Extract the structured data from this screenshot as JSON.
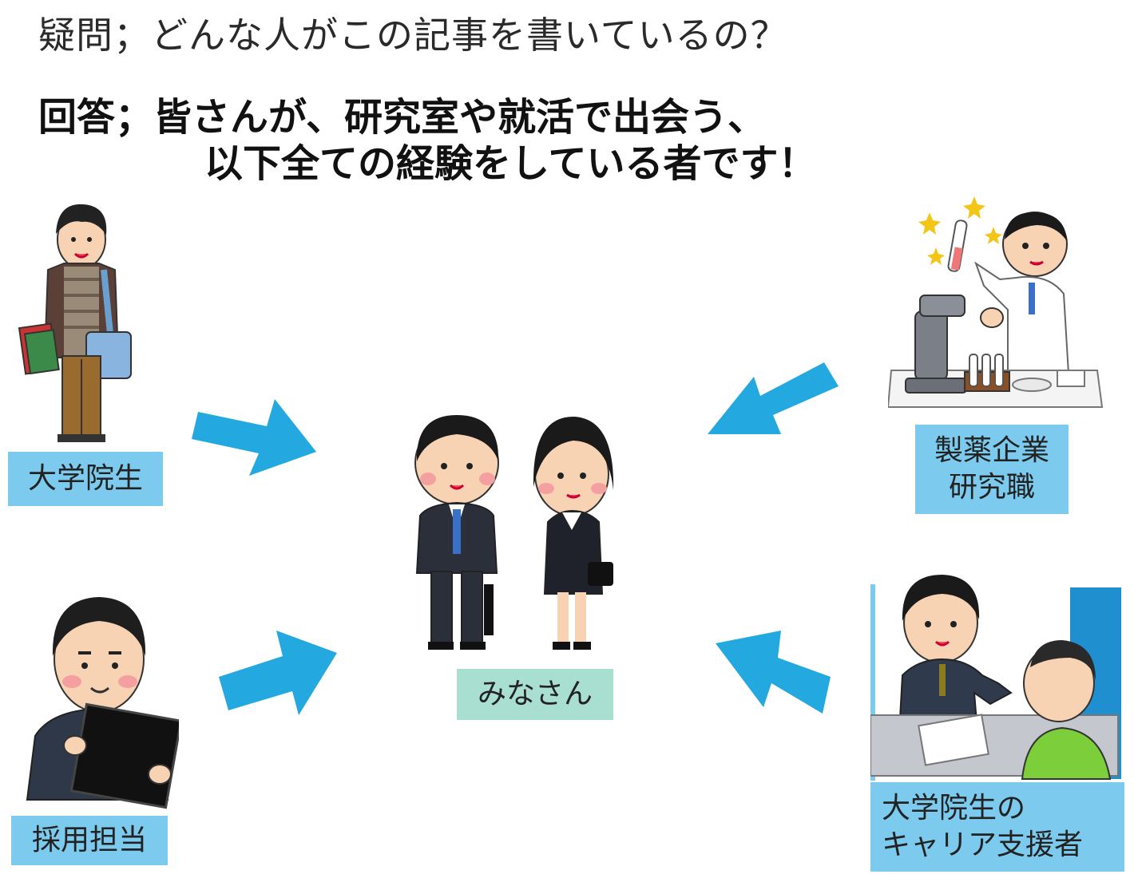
{
  "question": "疑問；どんな人がこの記事を書いているの？",
  "answer": {
    "line1": "回答；皆さんが、研究室や就活で出会う、",
    "line2": "以下全ての経験をしている者です！"
  },
  "roles": {
    "grad_student": "大学院生",
    "recruiter": "採用担当",
    "pharma_line1": "製薬企業",
    "pharma_line2": "研究職",
    "center": "みなさん",
    "career_line1": "大学院生の",
    "career_line2": "キャリア支援者"
  },
  "colors": {
    "arrow": "#23a8e0",
    "label_blue": "#7ccbee",
    "label_teal": "#a8dfd1"
  }
}
